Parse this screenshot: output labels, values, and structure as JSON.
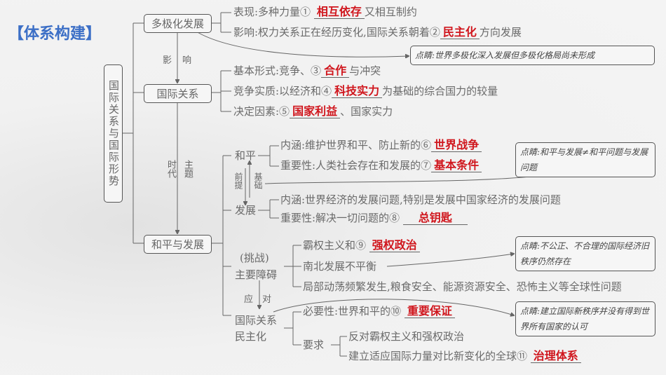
{
  "title": "【体系构建】",
  "root": "国际关系与国际形势",
  "nodes": {
    "multipolar": "多极化发展",
    "relations": "国际关系",
    "peace_dev": "和平与发展",
    "peace": "和平",
    "development": "发展",
    "obstacle1": "(挑战)",
    "obstacle2": "主要障碍",
    "democ1": "国际关系",
    "democ2": "民主化",
    "require": "要求"
  },
  "edge_labels": {
    "influence": [
      "影",
      "响"
    ],
    "theme": [
      "时代",
      "主题"
    ],
    "premise": "前提",
    "basis": "基础",
    "respond": [
      "应",
      "对"
    ]
  },
  "lines": {
    "l1a": "表现:多种力量①",
    "l1b": "相互依存",
    "l1c": "又相互制约",
    "l2a": "影响:权力关系正在经历变化,国际关系朝着②",
    "l2b": "民主化",
    "l2c": "方向发展",
    "l3a": "基本形式:竞争、③",
    "l3b": "合作",
    "l3c": "与冲突",
    "l4a": "竞争实质:以经济和④",
    "l4b": "科技实力",
    "l4c": "为基础的综合国力的较量",
    "l5a": "决定因素:⑤",
    "l5b": "国家利益",
    "l5c": "、国家实力",
    "l6a": "内涵:维护世界和平、防止新的⑥",
    "l6b": "世界战争",
    "l7a": "重要性:人类社会存在和发展的⑦",
    "l7b": "基本条件",
    "l8": "内涵:世界经济的发展问题,特别是发展中国家经济的发展问题",
    "l9a": "重要性:解决一切问题的⑧",
    "l9b": "总钥匙",
    "l10a": "霸权主义和⑨",
    "l10b": "强权政治",
    "l11": "南北发展不平衡",
    "l12": "局部动荡频繁发生,粮食安全、能源资源安全、恐怖主义等全球性问题",
    "l13a": "必要性:世界和平的⑩",
    "l13b": "重要保证",
    "l14": "反对霸权主义和强权政治",
    "l15a": "建立适应国际力量对比新变化的全球⑪",
    "l15b": "治理体系"
  },
  "notes": [
    "点睛:世界多极化深入发展但多极化格局尚未形成",
    "点睛:和平与发展≠和平问题与发展问题",
    "点睛:不公正、不合理的国际经济旧秩序仍然存在",
    "点睛:建立国际新秩序并没有得到世界所有国家的认可"
  ]
}
